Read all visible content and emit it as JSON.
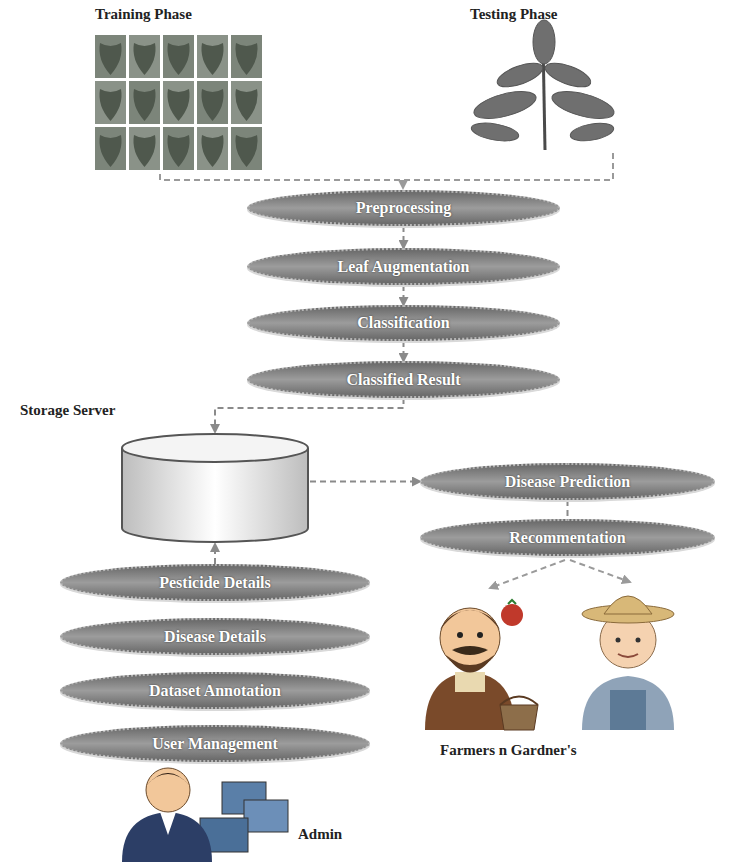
{
  "diagram": {
    "nodes": [
      {
        "text": [
          "Preprocessing"
        ]
      },
      {
        "text": [
          "Leaf Augmentation"
        ]
      },
      {
        "text": [
          "Classification"
        ]
      },
      {
        "text": [
          "Classified Result"
        ]
      },
      {
        "text": [
          "Storage Server"
        ]
      },
      {
        "text": [
          "Disease Prediction"
        ]
      },
      {
        "text": [
          "Recommentation"
        ]
      },
      {
        "text": [
          "Pesticide Details"
        ]
      },
      {
        "text": [
          "Disease Details"
        ]
      },
      {
        "text": [
          "Dataset Annotation"
        ]
      },
      {
        "text": [
          "User Management"
        ]
      }
    ],
    "edges": [
      {
        "from": 0,
        "to": 1,
        "arrow": "to"
      },
      {
        "from": 1,
        "to": 2,
        "arrow": "to"
      },
      {
        "from": 2,
        "to": 3,
        "arrow": "to"
      },
      {
        "from": 3,
        "to": 4,
        "arrow": "to"
      },
      {
        "from": 4,
        "to": 5,
        "arrow": "to"
      },
      {
        "from": 5,
        "to": 6,
        "arrow": "none"
      },
      {
        "from": 7,
        "to": 4,
        "arrow": "to"
      }
    ],
    "labels": [
      "Training Phase",
      "Testing Phase",
      "Farmers n Gardner's",
      "Admin"
    ]
  }
}
